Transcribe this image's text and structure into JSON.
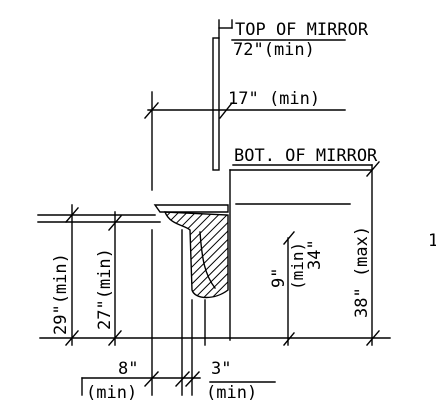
{
  "labels": {
    "top_of_mirror": "TOP OF MIRROR",
    "top_of_mirror_height": "72\"(min)",
    "mirror_depth": "17\"  (min)",
    "bot_of_mirror": "BOT. OF MIRROR",
    "toe_clear_height": "29\"(min)",
    "knee_clear_height": "27\"(min)",
    "knee_depth_top": "9\"",
    "knee_depth_bottom": "(min)",
    "rim_height_34": "34\"",
    "rim_height_38": "38\" (max)",
    "depth_8": "8\"",
    "depth_8_min": "(min)",
    "depth_3": "3\"",
    "depth_3_min": "(min)",
    "side_marker": "1"
  }
}
